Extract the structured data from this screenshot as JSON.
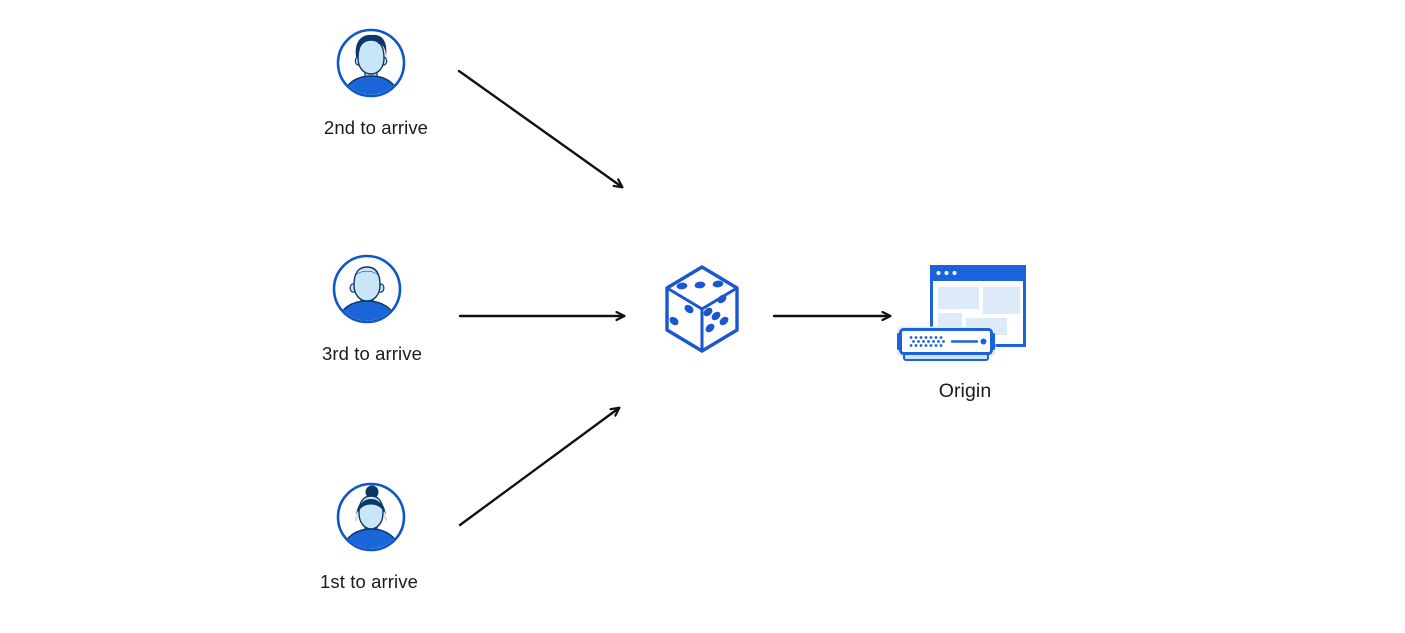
{
  "diagram": {
    "title": "",
    "description": "Three visitors arriving in different order are routed randomly (dice) to the Origin",
    "nodes": [
      {
        "id": "visitor-2nd",
        "label": "2nd to arrive",
        "icon": "avatar-man-quiff-icon"
      },
      {
        "id": "visitor-3rd",
        "label": "3rd to arrive",
        "icon": "avatar-man-short-hair-icon"
      },
      {
        "id": "visitor-1st",
        "label": "1st to arrive",
        "icon": "avatar-woman-bun-icon"
      },
      {
        "id": "random-dice",
        "label": "",
        "icon": "dice-icon"
      },
      {
        "id": "origin",
        "label": "Origin",
        "icon": "origin-server-browser-icon"
      }
    ],
    "edges": [
      {
        "from": "visitor-2nd",
        "to": "random-dice"
      },
      {
        "from": "visitor-3rd",
        "to": "random-dice"
      },
      {
        "from": "visitor-1st",
        "to": "random-dice"
      },
      {
        "from": "random-dice",
        "to": "origin"
      }
    ],
    "colors": {
      "background": "#ffffff",
      "circle_border_blue": "#0d57c9",
      "shirt_blue": "#1a66d9",
      "hair_navy": "#0c3766",
      "face_light_blue": "#c9e5f8",
      "dice_blue": "#1a55d2",
      "browser_bar_blue": "#1a63dd",
      "pale_block_blue": "#ddebf9",
      "server_base_blue": "#cfe3f7",
      "arrow_black": "#111111",
      "text_color": "#1b1b1d"
    }
  }
}
